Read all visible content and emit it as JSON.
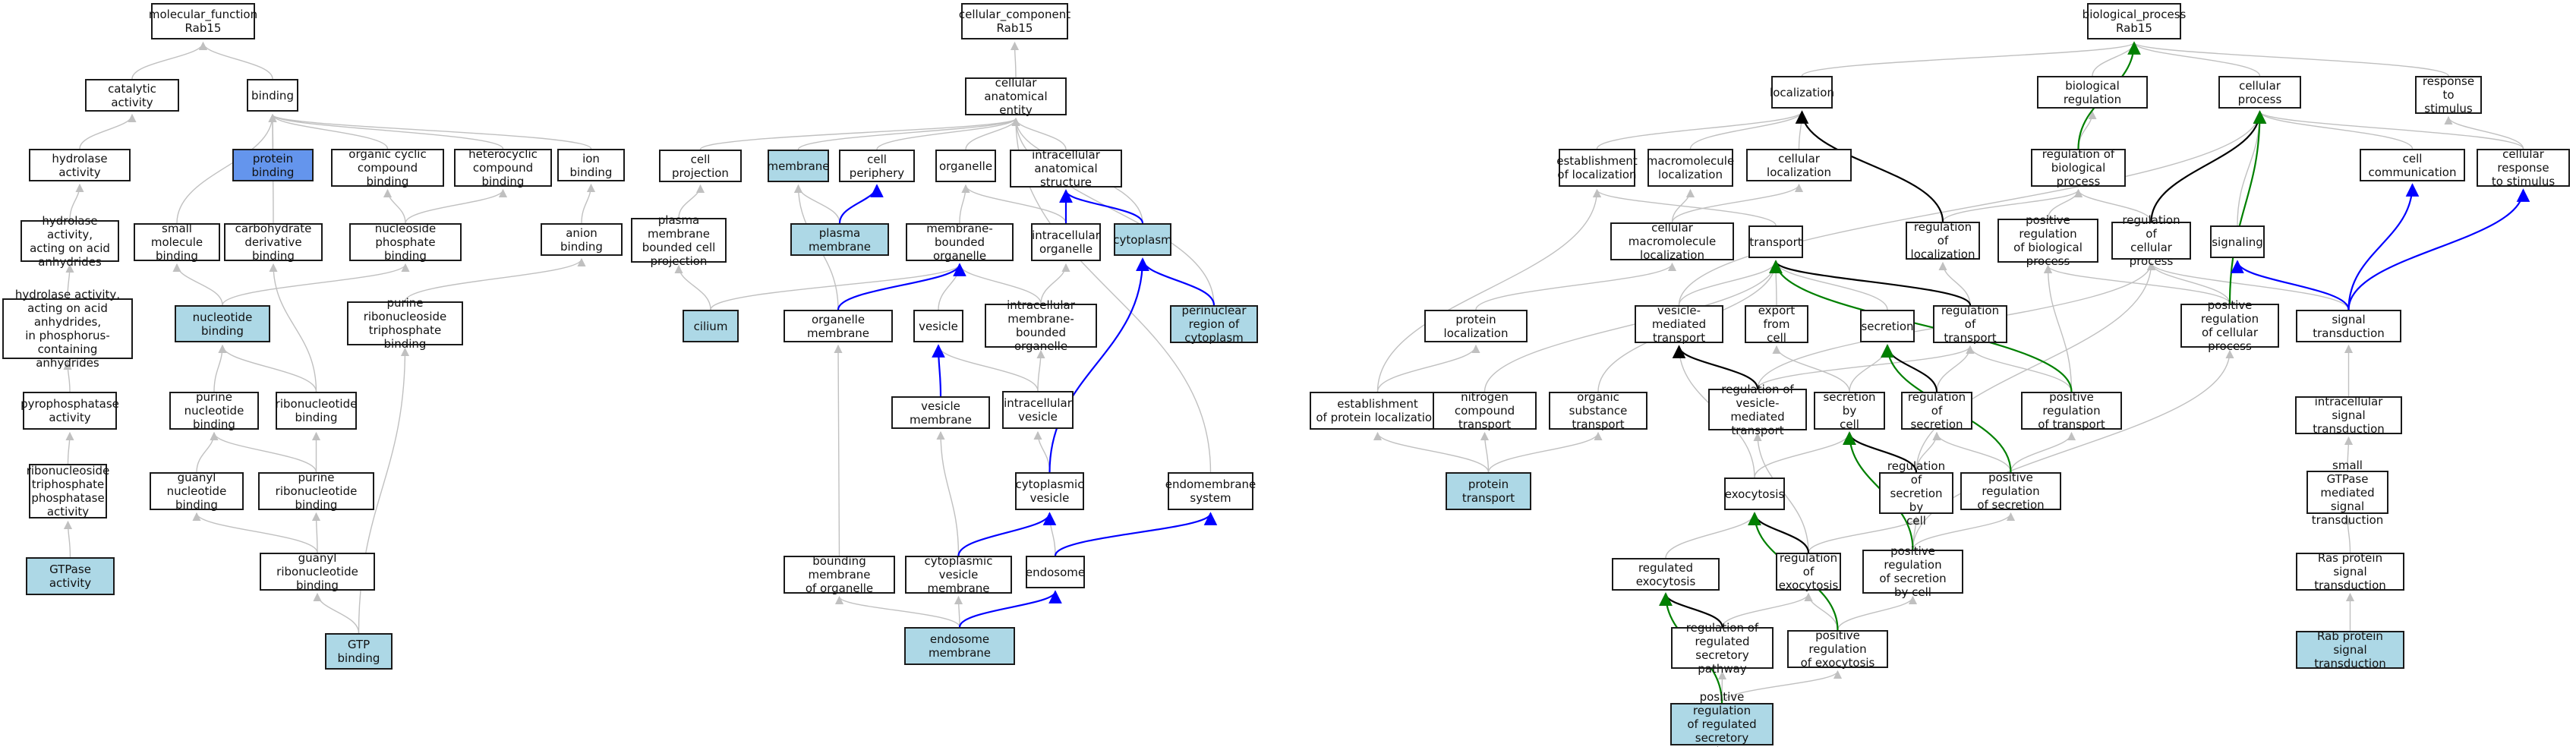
{
  "colors": {
    "highlight": "#add8e6",
    "emphasis": "#6495ed",
    "edge_default": "#c0c0c0",
    "edge_black": "#000000",
    "edge_blue": "#0000ff",
    "edge_green": "#008000"
  },
  "nodes": [
    {
      "id": "mf_root",
      "label": "molecular_function\nRab15"
    },
    {
      "id": "catalytic",
      "label": "catalytic activity"
    },
    {
      "id": "binding",
      "label": "binding"
    },
    {
      "id": "hydrolase",
      "label": "hydrolase activity"
    },
    {
      "id": "protein_binding",
      "label": "protein binding",
      "fill": "emphasis"
    },
    {
      "id": "organic_cyclic",
      "label": "organic cyclic\ncompound binding"
    },
    {
      "id": "heterocyclic",
      "label": "heterocyclic\ncompound binding"
    },
    {
      "id": "ion_binding",
      "label": "ion binding"
    },
    {
      "id": "hyd_acid",
      "label": "hydrolase activity,\nacting on acid\nanhydrides"
    },
    {
      "id": "small_molecule",
      "label": "small molecule\nbinding"
    },
    {
      "id": "carbohydrate",
      "label": "carbohydrate\nderivative binding"
    },
    {
      "id": "nucleoside_phos",
      "label": "nucleoside phosphate\nbinding"
    },
    {
      "id": "anion_binding",
      "label": "anion binding"
    },
    {
      "id": "hyd_phos",
      "label": "hydrolase activity,\nacting on acid\nanhydrides,\nin phosphorus-containing\nanhydrides"
    },
    {
      "id": "nucleotide_binding",
      "label": "nucleotide binding",
      "fill": "highlight"
    },
    {
      "id": "purine_ribonuc_tri",
      "label": "purine ribonucleoside\ntriphosphate\nbinding"
    },
    {
      "id": "pyrophosphatase",
      "label": "pyrophosphatase\nactivity"
    },
    {
      "id": "purine_nuc",
      "label": "purine nucleotide\nbinding"
    },
    {
      "id": "ribonucleotide",
      "label": "ribonucleotide\nbinding"
    },
    {
      "id": "ntp_phosphatase",
      "label": "ribonucleoside\ntriphosphate\nphosphatase\nactivity"
    },
    {
      "id": "guanyl_nuc",
      "label": "guanyl nucleotide\nbinding"
    },
    {
      "id": "purine_ribonuc",
      "label": "purine ribonucleotide\nbinding"
    },
    {
      "id": "guanyl_ribonuc",
      "label": "guanyl ribonucleotide\nbinding"
    },
    {
      "id": "gtpase",
      "label": "GTPase activity",
      "fill": "highlight"
    },
    {
      "id": "gtp_binding",
      "label": "GTP binding",
      "fill": "highlight"
    },
    {
      "id": "cc_root",
      "label": "cellular_component\nRab15"
    },
    {
      "id": "cae",
      "label": "cellular anatomical\nentity"
    },
    {
      "id": "cell_projection",
      "label": "cell projection"
    },
    {
      "id": "membrane",
      "label": "membrane",
      "fill": "highlight"
    },
    {
      "id": "cell_periphery",
      "label": "cell periphery"
    },
    {
      "id": "organelle",
      "label": "organelle"
    },
    {
      "id": "intra_anat",
      "label": "intracellular\nanatomical structure"
    },
    {
      "id": "pm_bounded",
      "label": "plasma membrane\nbounded cell\nprojection"
    },
    {
      "id": "plasma_membrane",
      "label": "plasma membrane",
      "fill": "highlight"
    },
    {
      "id": "mem_bounded_org",
      "label": "membrane-bounded\norganelle"
    },
    {
      "id": "intra_org",
      "label": "intracellular\norganelle"
    },
    {
      "id": "cytoplasm",
      "label": "cytoplasm",
      "fill": "highlight"
    },
    {
      "id": "cilium",
      "label": "cilium",
      "fill": "highlight"
    },
    {
      "id": "organelle_membrane",
      "label": "organelle membrane"
    },
    {
      "id": "vesicle",
      "label": "vesicle"
    },
    {
      "id": "intra_mbo",
      "label": "intracellular\nmembrane-bounded\norganelle"
    },
    {
      "id": "perinuclear",
      "label": "perinuclear\nregion of cytoplasm",
      "fill": "highlight"
    },
    {
      "id": "vesicle_membrane",
      "label": "vesicle membrane"
    },
    {
      "id": "intra_vesicle",
      "label": "intracellular\nvesicle"
    },
    {
      "id": "cyto_vesicle",
      "label": "cytoplasmic\nvesicle"
    },
    {
      "id": "endomembrane",
      "label": "endomembrane\nsystem"
    },
    {
      "id": "bounding_membrane",
      "label": "bounding membrane\nof organelle"
    },
    {
      "id": "cyto_ves_mem",
      "label": "cytoplasmic\nvesicle membrane"
    },
    {
      "id": "endosome",
      "label": "endosome"
    },
    {
      "id": "endosome_membrane",
      "label": "endosome membrane",
      "fill": "highlight"
    },
    {
      "id": "bp_root",
      "label": "biological_process\nRab15"
    },
    {
      "id": "localization",
      "label": "localization"
    },
    {
      "id": "bio_reg",
      "label": "biological regulation"
    },
    {
      "id": "cellular_process",
      "label": "cellular process"
    },
    {
      "id": "response_stimulus",
      "label": "response to\nstimulus"
    },
    {
      "id": "est_loc",
      "label": "establishment\nof localization"
    },
    {
      "id": "macro_loc",
      "label": "macromolecule\nlocalization"
    },
    {
      "id": "cell_loc",
      "label": "cellular localization"
    },
    {
      "id": "reg_bio_proc",
      "label": "regulation of\nbiological process"
    },
    {
      "id": "cell_comm",
      "label": "cell communication"
    },
    {
      "id": "cell_resp",
      "label": "cellular response\nto stimulus"
    },
    {
      "id": "cell_macro_loc",
      "label": "cellular macromolecule\nlocalization"
    },
    {
      "id": "transport",
      "label": "transport"
    },
    {
      "id": "reg_loc",
      "label": "regulation of\nlocalization"
    },
    {
      "id": "pos_reg_bio",
      "label": "positive regulation\nof biological\nprocess"
    },
    {
      "id": "reg_cell_proc",
      "label": "regulation of\ncellular process"
    },
    {
      "id": "signaling",
      "label": "signaling"
    },
    {
      "id": "protein_loc",
      "label": "protein localization"
    },
    {
      "id": "vesicle_transport",
      "label": "vesicle-mediated\ntransport"
    },
    {
      "id": "export_cell",
      "label": "export from\ncell"
    },
    {
      "id": "secretion",
      "label": "secretion"
    },
    {
      "id": "reg_transport",
      "label": "regulation of\ntransport"
    },
    {
      "id": "pos_reg_cell",
      "label": "positive regulation\nof cellular\nprocess"
    },
    {
      "id": "signal_transduction",
      "label": "signal transduction"
    },
    {
      "id": "est_protein_loc",
      "label": "establishment\nof protein localization"
    },
    {
      "id": "nitrogen_transport",
      "label": "nitrogen compound\ntransport"
    },
    {
      "id": "organic_transport",
      "label": "organic substance\ntransport"
    },
    {
      "id": "reg_vesicle",
      "label": "regulation of\nvesicle-mediated\ntransport"
    },
    {
      "id": "secretion_by_cell",
      "label": "secretion by\ncell"
    },
    {
      "id": "reg_secretion",
      "label": "regulation of\nsecretion"
    },
    {
      "id": "pos_reg_transport",
      "label": "positive regulation\nof transport"
    },
    {
      "id": "intra_signal",
      "label": "intracellular\nsignal transduction"
    },
    {
      "id": "protein_transport",
      "label": "protein transport",
      "fill": "highlight"
    },
    {
      "id": "exocytosis",
      "label": "exocytosis"
    },
    {
      "id": "reg_sec_by_cell",
      "label": "regulation of\nsecretion by\ncell"
    },
    {
      "id": "pos_reg_secretion",
      "label": "positive regulation\nof secretion"
    },
    {
      "id": "small_gtpase",
      "label": "small GTPase\nmediated signal\ntransduction"
    },
    {
      "id": "reg_exo",
      "label": "regulated exocytosis"
    },
    {
      "id": "reg_exocytosis",
      "label": "regulation of\nexocytosis"
    },
    {
      "id": "pos_reg_sec_cell",
      "label": "positive regulation\nof secretion\nby cell"
    },
    {
      "id": "ras_signal",
      "label": "Ras protein\nsignal transduction"
    },
    {
      "id": "reg_reg_sec",
      "label": "regulation of\nregulated secretory\npathway"
    },
    {
      "id": "pos_reg_exo",
      "label": "positive regulation\nof exocytosis"
    },
    {
      "id": "rab_signal",
      "label": "Rab protein\nsignal transduction",
      "fill": "highlight"
    },
    {
      "id": "pos_reg_reg_sec",
      "label": "positive regulation\nof regulated\nsecretory pathway",
      "fill": "highlight"
    }
  ],
  "edges": [
    [
      "catalytic",
      "mf_root",
      ""
    ],
    [
      "binding",
      "mf_root",
      ""
    ],
    [
      "hydrolase",
      "catalytic",
      ""
    ],
    [
      "protein_binding",
      "binding",
      ""
    ],
    [
      "organic_cyclic",
      "binding",
      ""
    ],
    [
      "heterocyclic",
      "binding",
      ""
    ],
    [
      "ion_binding",
      "binding",
      ""
    ],
    [
      "small_molecule",
      "binding",
      ""
    ],
    [
      "carbohydrate",
      "binding",
      ""
    ],
    [
      "hyd_acid",
      "hydrolase",
      ""
    ],
    [
      "nucleoside_phos",
      "organic_cyclic",
      ""
    ],
    [
      "nucleoside_phos",
      "heterocyclic",
      ""
    ],
    [
      "anion_binding",
      "ion_binding",
      ""
    ],
    [
      "hyd_phos",
      "hyd_acid",
      ""
    ],
    [
      "nucleotide_binding",
      "small_molecule",
      ""
    ],
    [
      "nucleotide_binding",
      "nucleoside_phos",
      ""
    ],
    [
      "purine_ribonuc_tri",
      "anion_binding",
      ""
    ],
    [
      "pyrophosphatase",
      "hyd_phos",
      ""
    ],
    [
      "purine_nuc",
      "nucleotide_binding",
      ""
    ],
    [
      "ribonucleotide",
      "carbohydrate",
      ""
    ],
    [
      "ribonucleotide",
      "nucleotide_binding",
      ""
    ],
    [
      "ntp_phosphatase",
      "pyrophosphatase",
      ""
    ],
    [
      "guanyl_nuc",
      "purine_nuc",
      ""
    ],
    [
      "purine_ribonuc",
      "purine_nuc",
      ""
    ],
    [
      "purine_ribonuc",
      "ribonucleotide",
      ""
    ],
    [
      "guanyl_ribonuc",
      "guanyl_nuc",
      ""
    ],
    [
      "guanyl_ribonuc",
      "purine_ribonuc",
      ""
    ],
    [
      "gtpase",
      "ntp_phosphatase",
      ""
    ],
    [
      "gtp_binding",
      "guanyl_ribonuc",
      ""
    ],
    [
      "gtp_binding",
      "purine_ribonuc_tri",
      ""
    ],
    [
      "cae",
      "cc_root",
      ""
    ],
    [
      "cell_projection",
      "cae",
      ""
    ],
    [
      "membrane",
      "cae",
      ""
    ],
    [
      "cell_periphery",
      "cae",
      ""
    ],
    [
      "organelle",
      "cae",
      ""
    ],
    [
      "intra_anat",
      "cae",
      ""
    ],
    [
      "pm_bounded",
      "cell_projection",
      ""
    ],
    [
      "plasma_membrane",
      "membrane",
      ""
    ],
    [
      "plasma_membrane",
      "cell_periphery",
      "blue"
    ],
    [
      "mem_bounded_org",
      "organelle",
      ""
    ],
    [
      "intra_org",
      "organelle",
      ""
    ],
    [
      "intra_org",
      "intra_anat",
      "blue"
    ],
    [
      "cytoplasm",
      "intra_anat",
      "blue"
    ],
    [
      "cytoplasm",
      "cae",
      ""
    ],
    [
      "cilium",
      "pm_bounded",
      ""
    ],
    [
      "cilium",
      "mem_bounded_org",
      ""
    ],
    [
      "organelle_membrane",
      "membrane",
      ""
    ],
    [
      "organelle_membrane",
      "mem_bounded_org",
      "blue"
    ],
    [
      "vesicle",
      "mem_bounded_org",
      ""
    ],
    [
      "intra_mbo",
      "mem_bounded_org",
      ""
    ],
    [
      "intra_mbo",
      "intra_org",
      ""
    ],
    [
      "perinuclear",
      "cytoplasm",
      "blue"
    ],
    [
      "perinuclear",
      "cae",
      ""
    ],
    [
      "vesicle_membrane",
      "vesicle",
      "blue"
    ],
    [
      "intra_vesicle",
      "vesicle",
      ""
    ],
    [
      "intra_vesicle",
      "intra_mbo",
      ""
    ],
    [
      "cyto_vesicle",
      "intra_vesicle",
      ""
    ],
    [
      "cyto_vesicle",
      "cytoplasm",
      "blue"
    ],
    [
      "endomembrane",
      "cae",
      ""
    ],
    [
      "bounding_membrane",
      "organelle_membrane",
      ""
    ],
    [
      "cyto_ves_mem",
      "vesicle_membrane",
      ""
    ],
    [
      "cyto_ves_mem",
      "cyto_vesicle",
      "blue"
    ],
    [
      "endosome",
      "cyto_vesicle",
      ""
    ],
    [
      "endosome",
      "endomembrane",
      "blue"
    ],
    [
      "endosome_membrane",
      "bounding_membrane",
      ""
    ],
    [
      "endosome_membrane",
      "cyto_ves_mem",
      ""
    ],
    [
      "endosome_membrane",
      "endosome",
      "blue"
    ],
    [
      "localization",
      "bp_root",
      ""
    ],
    [
      "bio_reg",
      "bp_root",
      ""
    ],
    [
      "cellular_process",
      "bp_root",
      ""
    ],
    [
      "response_stimulus",
      "bp_root",
      ""
    ],
    [
      "est_loc",
      "localization",
      ""
    ],
    [
      "macro_loc",
      "localization",
      ""
    ],
    [
      "cell_loc",
      "localization",
      ""
    ],
    [
      "reg_bio_proc",
      "bio_reg",
      ""
    ],
    [
      "reg_bio_proc",
      "bp_root",
      "green"
    ],
    [
      "cell_comm",
      "cellular_process",
      ""
    ],
    [
      "cell_resp",
      "cellular_process",
      ""
    ],
    [
      "cell_resp",
      "response_stimulus",
      ""
    ],
    [
      "cell_macro_loc",
      "macro_loc",
      ""
    ],
    [
      "cell_macro_loc",
      "cell_loc",
      ""
    ],
    [
      "transport",
      "est_loc",
      ""
    ],
    [
      "reg_loc",
      "reg_bio_proc",
      ""
    ],
    [
      "reg_loc",
      "localization",
      "black"
    ],
    [
      "pos_reg_bio",
      "reg_bio_proc",
      ""
    ],
    [
      "reg_cell_proc",
      "reg_bio_proc",
      ""
    ],
    [
      "reg_cell_proc",
      "cellular_process",
      "black"
    ],
    [
      "signaling",
      "cellular_process",
      ""
    ],
    [
      "protein_loc",
      "cell_macro_loc",
      ""
    ],
    [
      "vesicle_transport",
      "transport",
      ""
    ],
    [
      "vesicle_transport",
      "cellular_process",
      ""
    ],
    [
      "export_cell",
      "transport",
      ""
    ],
    [
      "secretion",
      "transport",
      ""
    ],
    [
      "reg_transport",
      "reg_loc",
      ""
    ],
    [
      "reg_transport",
      "transport",
      "black"
    ],
    [
      "pos_reg_cell",
      "reg_cell_proc",
      ""
    ],
    [
      "pos_reg_cell",
      "pos_reg_bio",
      ""
    ],
    [
      "pos_reg_cell",
      "cellular_process",
      "green"
    ],
    [
      "signal_transduction",
      "signaling",
      "blue"
    ],
    [
      "signal_transduction",
      "cell_comm",
      "blue"
    ],
    [
      "signal_transduction",
      "cell_resp",
      "blue"
    ],
    [
      "signal_transduction",
      "reg_cell_proc",
      ""
    ],
    [
      "est_protein_loc",
      "protein_loc",
      ""
    ],
    [
      "est_protein_loc",
      "est_loc",
      ""
    ],
    [
      "nitrogen_transport",
      "transport",
      ""
    ],
    [
      "organic_transport",
      "transport",
      ""
    ],
    [
      "reg_vesicle",
      "vesicle_transport",
      "black"
    ],
    [
      "reg_vesicle",
      "reg_transport",
      ""
    ],
    [
      "reg_vesicle",
      "reg_cell_proc",
      ""
    ],
    [
      "secretion_by_cell",
      "secretion",
      ""
    ],
    [
      "secretion_by_cell",
      "export_cell",
      ""
    ],
    [
      "reg_secretion",
      "secretion",
      "black"
    ],
    [
      "reg_secretion",
      "reg_transport",
      ""
    ],
    [
      "pos_reg_transport",
      "reg_transport",
      ""
    ],
    [
      "pos_reg_transport",
      "pos_reg_bio",
      ""
    ],
    [
      "pos_reg_transport",
      "transport",
      "green"
    ],
    [
      "intra_signal",
      "signal_transduction",
      ""
    ],
    [
      "protein_transport",
      "est_protein_loc",
      ""
    ],
    [
      "protein_transport",
      "nitrogen_transport",
      ""
    ],
    [
      "protein_transport",
      "organic_transport",
      ""
    ],
    [
      "exocytosis",
      "secretion_by_cell",
      ""
    ],
    [
      "exocytosis",
      "vesicle_transport",
      ""
    ],
    [
      "reg_sec_by_cell",
      "secretion_by_cell",
      "black"
    ],
    [
      "reg_sec_by_cell",
      "reg_secretion",
      ""
    ],
    [
      "reg_sec_by_cell",
      "reg_cell_proc",
      ""
    ],
    [
      "pos_reg_secretion",
      "reg_secretion",
      ""
    ],
    [
      "pos_reg_secretion",
      "pos_reg_transport",
      ""
    ],
    [
      "pos_reg_secretion",
      "secretion",
      "green"
    ],
    [
      "small_gtpase",
      "intra_signal",
      ""
    ],
    [
      "reg_exo",
      "exocytosis",
      ""
    ],
    [
      "reg_exocytosis",
      "exocytosis",
      "black"
    ],
    [
      "reg_exocytosis",
      "reg_sec_by_cell",
      ""
    ],
    [
      "reg_exocytosis",
      "reg_vesicle",
      ""
    ],
    [
      "pos_reg_sec_cell",
      "reg_sec_by_cell",
      ""
    ],
    [
      "pos_reg_sec_cell",
      "pos_reg_secretion",
      ""
    ],
    [
      "pos_reg_sec_cell",
      "secretion_by_cell",
      "green"
    ],
    [
      "pos_reg_sec_cell",
      "pos_reg_cell",
      ""
    ],
    [
      "ras_signal",
      "small_gtpase",
      ""
    ],
    [
      "reg_reg_sec",
      "reg_exo",
      "black"
    ],
    [
      "reg_reg_sec",
      "reg_exocytosis",
      ""
    ],
    [
      "pos_reg_exo",
      "reg_exocytosis",
      ""
    ],
    [
      "pos_reg_exo",
      "exocytosis",
      "green"
    ],
    [
      "pos_reg_exo",
      "pos_reg_sec_cell",
      ""
    ],
    [
      "rab_signal",
      "ras_signal",
      ""
    ],
    [
      "pos_reg_reg_sec",
      "reg_reg_sec",
      ""
    ],
    [
      "pos_reg_reg_sec",
      "pos_reg_exo",
      ""
    ],
    [
      "pos_reg_reg_sec",
      "reg_exo",
      "green"
    ]
  ]
}
